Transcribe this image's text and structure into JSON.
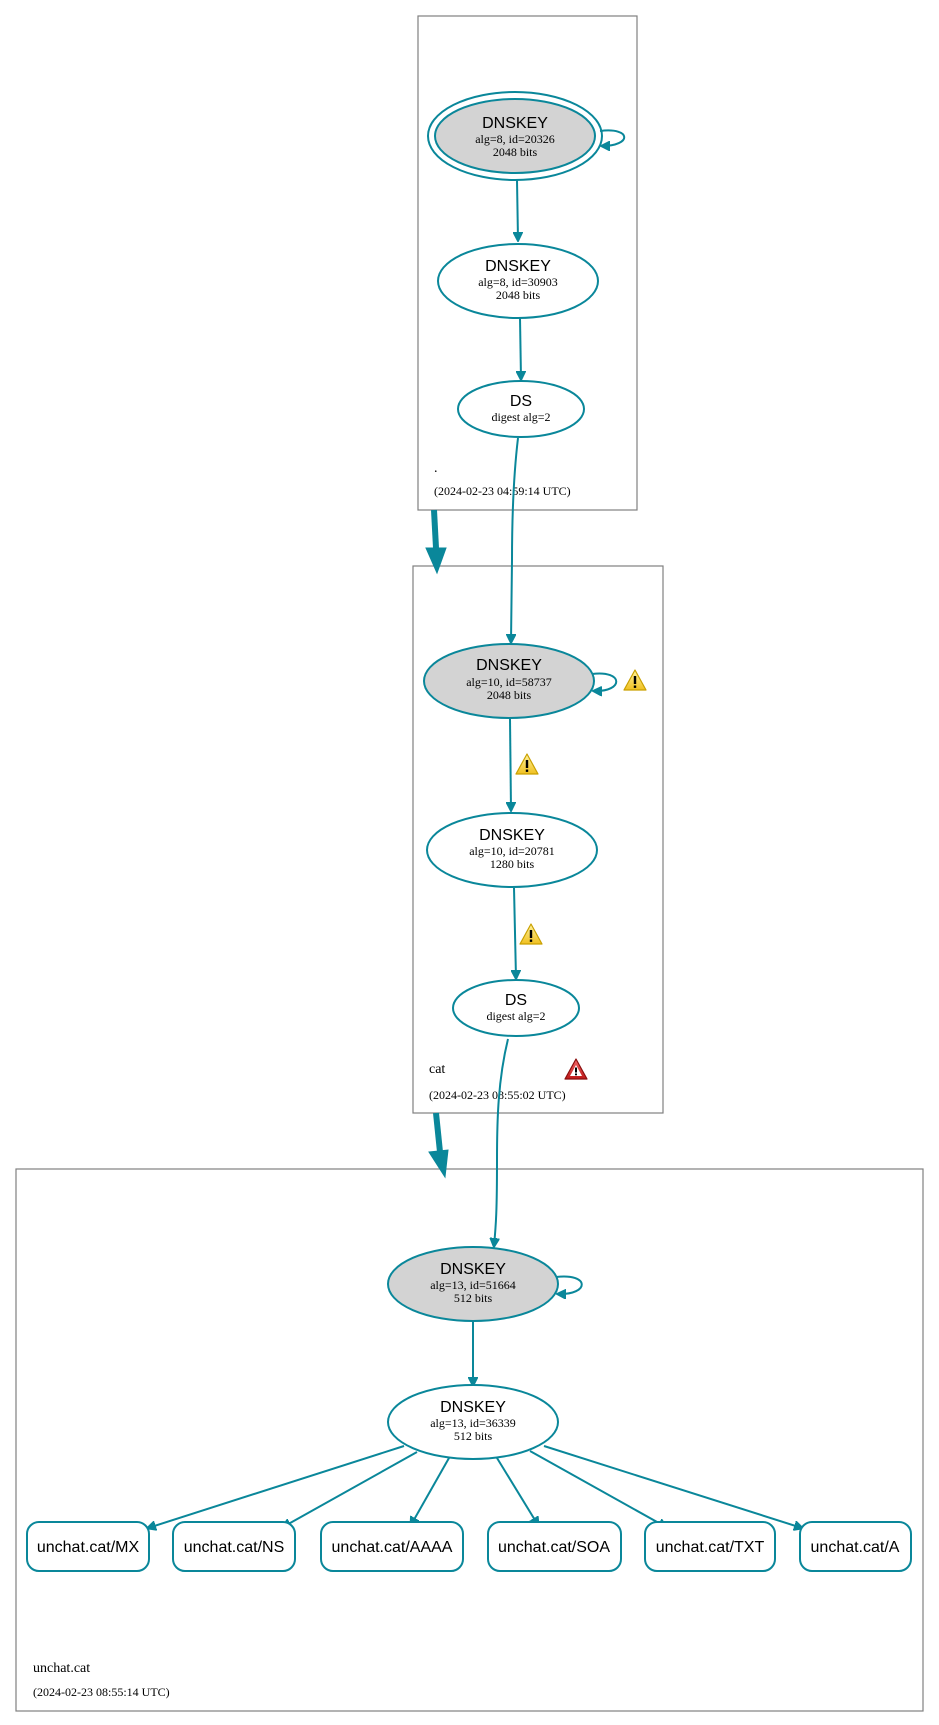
{
  "diagram": {
    "zones": {
      "root": {
        "label": ".",
        "timestamp": "(2024-02-23 04:59:14 UTC)"
      },
      "cat": {
        "label": "cat",
        "timestamp": "(2024-02-23 08:55:02 UTC)"
      },
      "unchat": {
        "label": "unchat.cat",
        "timestamp": "(2024-02-23 08:55:14 UTC)"
      }
    },
    "nodes": {
      "root_ksk": {
        "title": "DNSKEY",
        "line1": "alg=8, id=20326",
        "line2": "2048 bits"
      },
      "root_zsk": {
        "title": "DNSKEY",
        "line1": "alg=8, id=30903",
        "line2": "2048 bits"
      },
      "root_ds": {
        "title": "DS",
        "line1": "digest alg=2"
      },
      "cat_ksk": {
        "title": "DNSKEY",
        "line1": "alg=10, id=58737",
        "line2": "2048 bits"
      },
      "cat_zsk": {
        "title": "DNSKEY",
        "line1": "alg=10, id=20781",
        "line2": "1280 bits"
      },
      "cat_ds": {
        "title": "DS",
        "line1": "digest alg=2"
      },
      "unchat_ksk": {
        "title": "DNSKEY",
        "line1": "alg=13, id=51664",
        "line2": "512 bits"
      },
      "unchat_zsk": {
        "title": "DNSKEY",
        "line1": "alg=13, id=36339",
        "line2": "512 bits"
      }
    },
    "rrsets": [
      "unchat.cat/MX",
      "unchat.cat/NS",
      "unchat.cat/AAAA",
      "unchat.cat/SOA",
      "unchat.cat/TXT",
      "unchat.cat/A"
    ],
    "colors": {
      "edge": "#0a879a",
      "ksk_fill": "#d3d3d3",
      "cluster_border": "#808080",
      "warning_yellow": "#f5d13c",
      "error_red": "#d42a2a"
    }
  }
}
